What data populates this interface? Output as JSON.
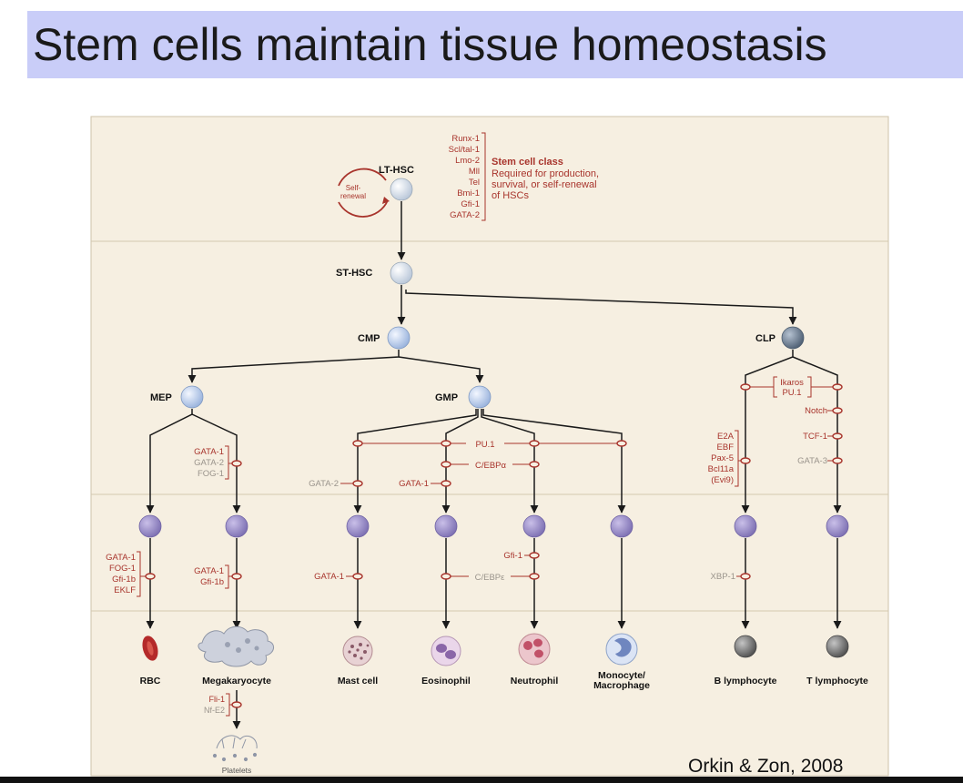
{
  "title": "Stem cells maintain tissue homeostasis",
  "citation": "Orkin & Zon, 2008",
  "colors": {
    "panel": "#f6efe1",
    "band_line": "#d4c8b0",
    "factor_red": "#a8342c",
    "factor_gray": "#9a948c",
    "arrow": "#1a1a1a",
    "stem_cell": "#dde6f2",
    "progenitor": "#bccfec",
    "precursor": "#9d8fc9",
    "clp": "#6e8197",
    "lymphocyte": "#747474",
    "rbc": "#b42a2a"
  },
  "stem_cell_box": {
    "factors": [
      "Runx-1",
      "Scl/tal-1",
      "Lmo-2",
      "Mll",
      "Tel",
      "Bmi-1",
      "Gfi-1",
      "GATA-2"
    ],
    "heading": "Stem cell class",
    "desc": [
      "Required for production,",
      "survival, or self-renewal",
      "of HSCs"
    ],
    "self_renewal": [
      "Self-",
      "renewal"
    ]
  },
  "cells": {
    "lthsc": "LT-HSC",
    "sthsc": "ST-HSC",
    "cmp": "CMP",
    "clp": "CLP",
    "mep": "MEP",
    "gmp": "GMP"
  },
  "factors": {
    "pu1_top": "PU.1",
    "cebpa": "C/EBPα",
    "gata2_mast": "GATA-2",
    "gata1_eos": "GATA-1",
    "mep_right": [
      "GATA-1",
      "GATA-2",
      "FOG-1"
    ],
    "ikaros": "Ikaros",
    "pu1_clp": "PU.1",
    "notch": "Notch",
    "tcf1": "TCF-1",
    "gata3": "GATA-3",
    "b_factors": [
      "E2A",
      "EBF",
      "Pax-5",
      "Bcl11a",
      "(Evi9)"
    ],
    "rbc_factors": [
      "GATA-1",
      "FOG-1",
      "Gfi-1b",
      "EKLF"
    ],
    "mk_factors": [
      "GATA-1",
      "Gfi-1b"
    ],
    "gata1_mast": "GATA-1",
    "gfi1_neu": "Gfi-1",
    "cebpe": "C/EBPε",
    "xbp1": "XBP-1",
    "fli1": "Fli-1",
    "nfe2": "Nf-E2"
  },
  "mature": {
    "rbc": "RBC",
    "megakaryocyte": "Megakaryocyte",
    "mast": "Mast cell",
    "eosinophil": "Eosinophil",
    "neutrophil": "Neutrophil",
    "monocyte": [
      "Monocyte/",
      "Macrophage"
    ],
    "b_lymph": "B lymphocyte",
    "t_lymph": "T lymphocyte",
    "platelets": "Platelets"
  }
}
